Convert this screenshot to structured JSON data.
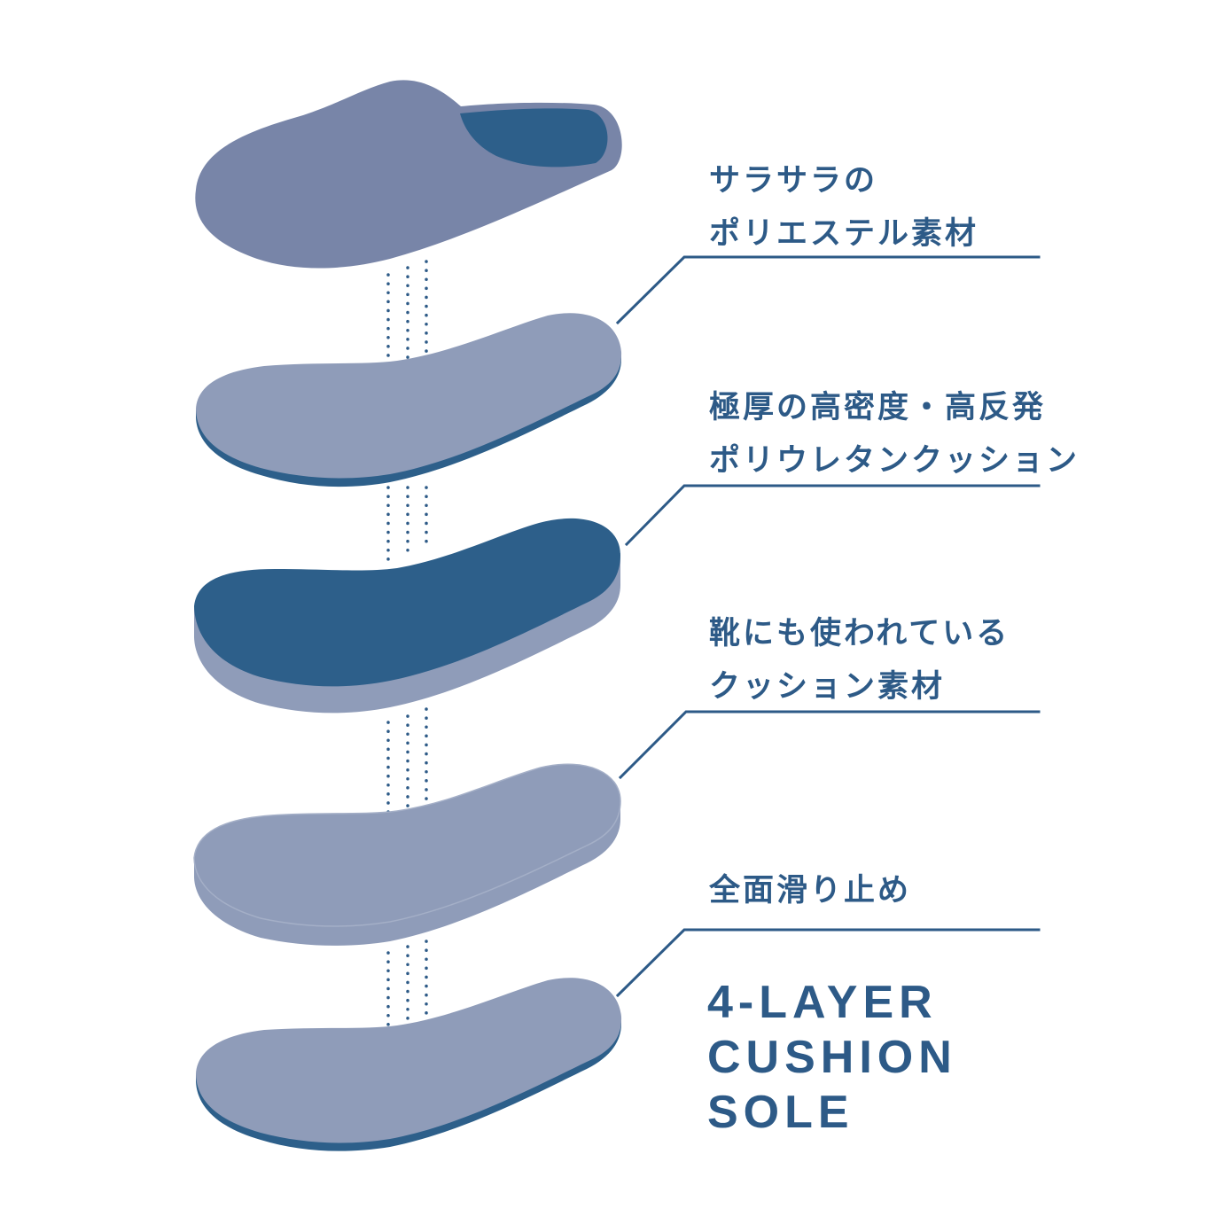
{
  "colors": {
    "primary": "#2d5a87",
    "upper": "#7885a8",
    "layer_light": "#8f9cb9",
    "layer_dark": "#2d5f8a",
    "background": "#ffffff"
  },
  "layers": [
    {
      "id": "upper",
      "lines": [
        "サラサラの",
        "ポリエステル素材"
      ]
    },
    {
      "id": "polyurethane-cushion",
      "lines": [
        "極厚の高密度・高反発",
        "ポリウレタンクッション"
      ]
    },
    {
      "id": "shoe-cushion",
      "lines": [
        "靴にも使われている",
        "クッション素材"
      ]
    },
    {
      "id": "non-slip-sole",
      "lines": [
        "全面滑り止め"
      ]
    }
  ],
  "headline": {
    "lines": [
      "4-LAYER",
      "CUSHION",
      "SOLE"
    ]
  }
}
